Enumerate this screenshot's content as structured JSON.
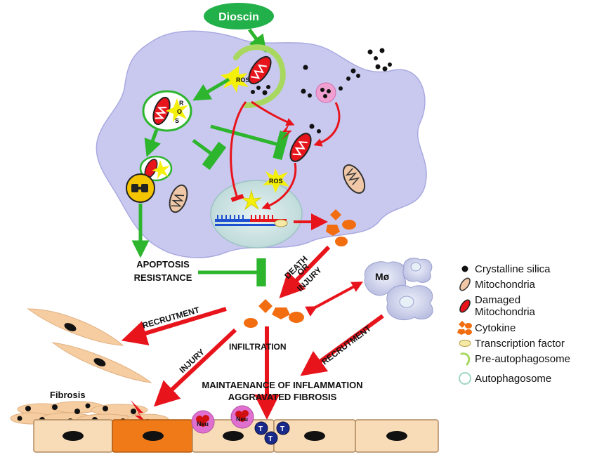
{
  "labels": {
    "dioscin": "Dioscin",
    "ros": "ROS",
    "ros_r": "R",
    "ros_o": "O",
    "ros_s": "S",
    "macrophage": "Mø",
    "apoptosis": "APOPTOSIS",
    "resistance": "RESISTANCE",
    "death": "DEATH",
    "or": "OR",
    "injury_top": "INJURY",
    "recrutment_left": "RECRUTMENT",
    "injury_left": "INJURY",
    "infiltration": "INFILTRATION",
    "recrutment_right": "RECRUTMENT",
    "maintenance": "MAINTAENANCE OF INFLAMMATION",
    "aggravated": "AGGRAVATED FIBROSIS",
    "fibrosis": "Fibrosis",
    "neu": "Neu",
    "t": "T"
  },
  "legend": [
    {
      "icon": "silica-dot-icon",
      "label": "Crystalline silica"
    },
    {
      "icon": "mitochondria-icon",
      "label": "Mitochondria"
    },
    {
      "icon": "damaged-mitochondria-icon",
      "label": "Damaged\nMitochondria"
    },
    {
      "icon": "cytokine-icon",
      "label": "Cytokine"
    },
    {
      "icon": "transcription-factor-icon",
      "label": "Transcription factor"
    },
    {
      "icon": "pre-autophagosome-icon",
      "label": "Pre-autophagosome"
    },
    {
      "icon": "autophagosome-icon",
      "label": "Autophagosome"
    }
  ],
  "colors": {
    "cell": "#c9c9f0",
    "green_arrow": "#2db52d",
    "red_arrow": "#e8141c",
    "cytokine": "#f26d10",
    "epithelium": "#f8dcb8",
    "injured_cell": "#f07a18",
    "neutrophil": "#e070d0",
    "t_cell": "#1a2a8a"
  }
}
